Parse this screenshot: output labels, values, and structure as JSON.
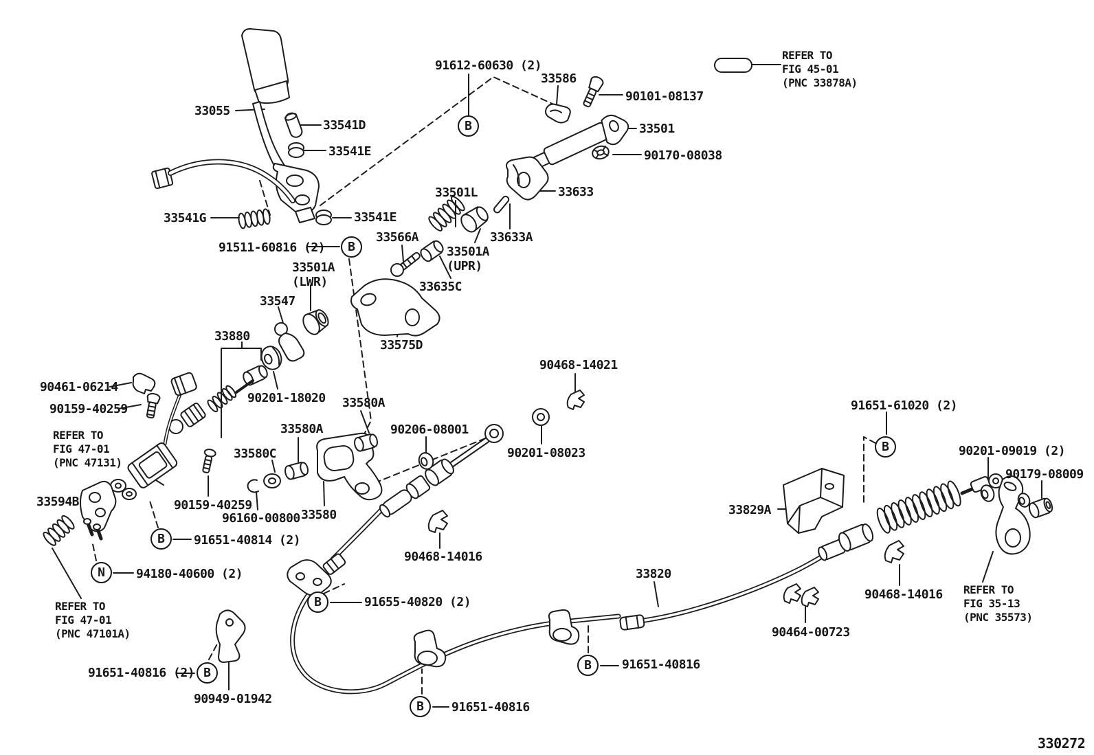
{
  "figure": {
    "drawing_number": "330272",
    "marker_b": "B",
    "marker_n": "N"
  },
  "parts": {
    "p33055": "33055",
    "p33541d": "33541D",
    "p33541e_upper": "33541E",
    "p33541e_lower": "33541E",
    "p91612": "91612-60630 (2)",
    "p33586": "33586",
    "p90101": "90101-08137",
    "p33501": "33501",
    "p90170": "90170-08038",
    "p33633": "33633",
    "p33501l": "33501L",
    "p33541g": "33541G",
    "p91511": "91511-60816 (2)",
    "p33566a": "33566A",
    "p33633a": "33633A",
    "p33501a_upr": [
      "33501A",
      "(UPR)"
    ],
    "p33501a_lwr": [
      "33501A",
      "(LWR)"
    ],
    "p33635c": "33635C",
    "p33547": "33547",
    "p33880": "33880",
    "p33575d": "33575D",
    "p90461": "90461-06214",
    "p90201_18020": "90201-18020",
    "p33580a_upper": "33580A",
    "p33580a_lower": "33580A",
    "p33580c": "33580C",
    "p90159_upper": "90159-40259",
    "p90159_lower": "90159-40259",
    "p90206": "90206-08001",
    "p90201_08023": "90201-08023",
    "p90468_14021": "90468-14021",
    "p91651_61020": "91651-61020 (2)",
    "p90201_09019": "90201-09019 (2)",
    "p90179": "90179-08009",
    "p33594b": "33594B",
    "p96160": "96160-00800",
    "p33580": "33580",
    "p91651_40814": "91651-40814 (2)",
    "p94180": "94180-40600 (2)",
    "p90468_center": "90468-14016",
    "p90468_right": "90468-14016",
    "p33820": "33820",
    "p91655": "91655-40820 (2)",
    "p33829a": "33829A",
    "p90464": "90464-00723",
    "p91651_40816_two": "91651-40816 (2)",
    "p90949": "90949-01942",
    "p91651_40816_mid": "91651-40816",
    "p91651_40816_low": "91651-40816"
  },
  "notes": {
    "fig45": [
      "REFER TO",
      "FIG 45-01",
      "(PNC 33878A)"
    ],
    "fig47_131": [
      "REFER TO",
      "FIG 47-01",
      "(PNC 47131)"
    ],
    "fig47_101": [
      "REFER TO",
      "FIG 47-01",
      "(PNC 47101A)"
    ],
    "fig35": [
      "REFER TO",
      "FIG 35-13",
      "(PNC 35573)"
    ]
  }
}
